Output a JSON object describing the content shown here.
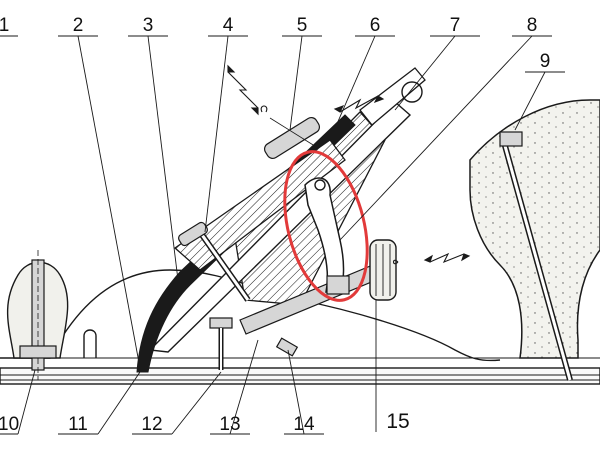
{
  "labels": {
    "l1": "1",
    "l2": "2",
    "l3": "3",
    "l4": "4",
    "l5": "5",
    "l6": "6",
    "l7": "7",
    "l8": "8",
    "l9": "9",
    "l10": "10",
    "l11": "11",
    "l12": "12",
    "l13": "13",
    "l14": "14",
    "l15": "15"
  },
  "colors": {
    "highlight": "#e23a3a",
    "ink": "#1a1a1a"
  }
}
